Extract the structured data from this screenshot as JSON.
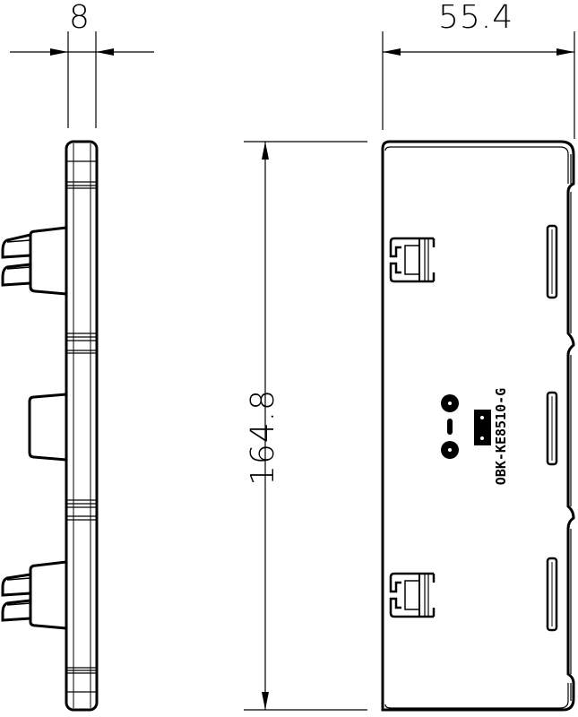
{
  "drawing": {
    "title": "Technical drawing – end piece, side view and front view",
    "line_color": "#000000",
    "background": "#ffffff",
    "units": "mm"
  },
  "dimensions": {
    "side_view_thickness": "8",
    "front_view_width": "55.4",
    "front_view_height": "164.8"
  },
  "part_marking": {
    "stamped_text": "OBK-KE8510-G",
    "symbols": [
      "recycle-mark-top",
      "dash",
      "recycle-mark-bottom",
      "rectangular-tag"
    ]
  },
  "views": [
    {
      "name": "side-view",
      "clips": 2,
      "center_boss": 1
    },
    {
      "name": "front-view",
      "clips": 2,
      "slots": 3,
      "notches": 4
    }
  ]
}
